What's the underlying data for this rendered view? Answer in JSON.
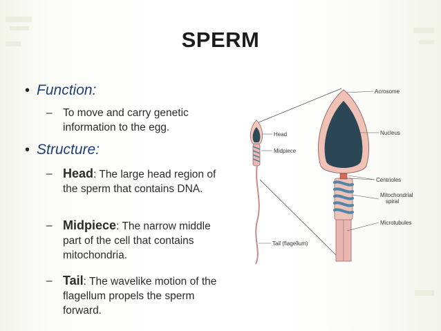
{
  "slide": {
    "title": "SPERM",
    "function": {
      "heading": "Function:",
      "text": "To move and carry genetic information to the egg."
    },
    "structure": {
      "heading": "Structure:",
      "items": [
        {
          "term": "Head",
          "text": ": The large head region of the sperm that contains DNA."
        },
        {
          "term": "Midpiece",
          "text": ": The narrow middle part of the cell that contains mitochondria."
        },
        {
          "term": "Tail",
          "text": ": The wavelike motion of the flagellum propels the sperm forward."
        }
      ]
    },
    "diagram": {
      "labels": {
        "acrosome": "Acrosome",
        "nucleus": "Nucleus",
        "centrioles": "Centrioles",
        "mito1": "Mitochondrial",
        "mito2": "spiral",
        "microtubules": "Microtubules",
        "head": "Head",
        "midpiece": "Midpiece",
        "tail": "Tail (flagellum)"
      }
    }
  }
}
